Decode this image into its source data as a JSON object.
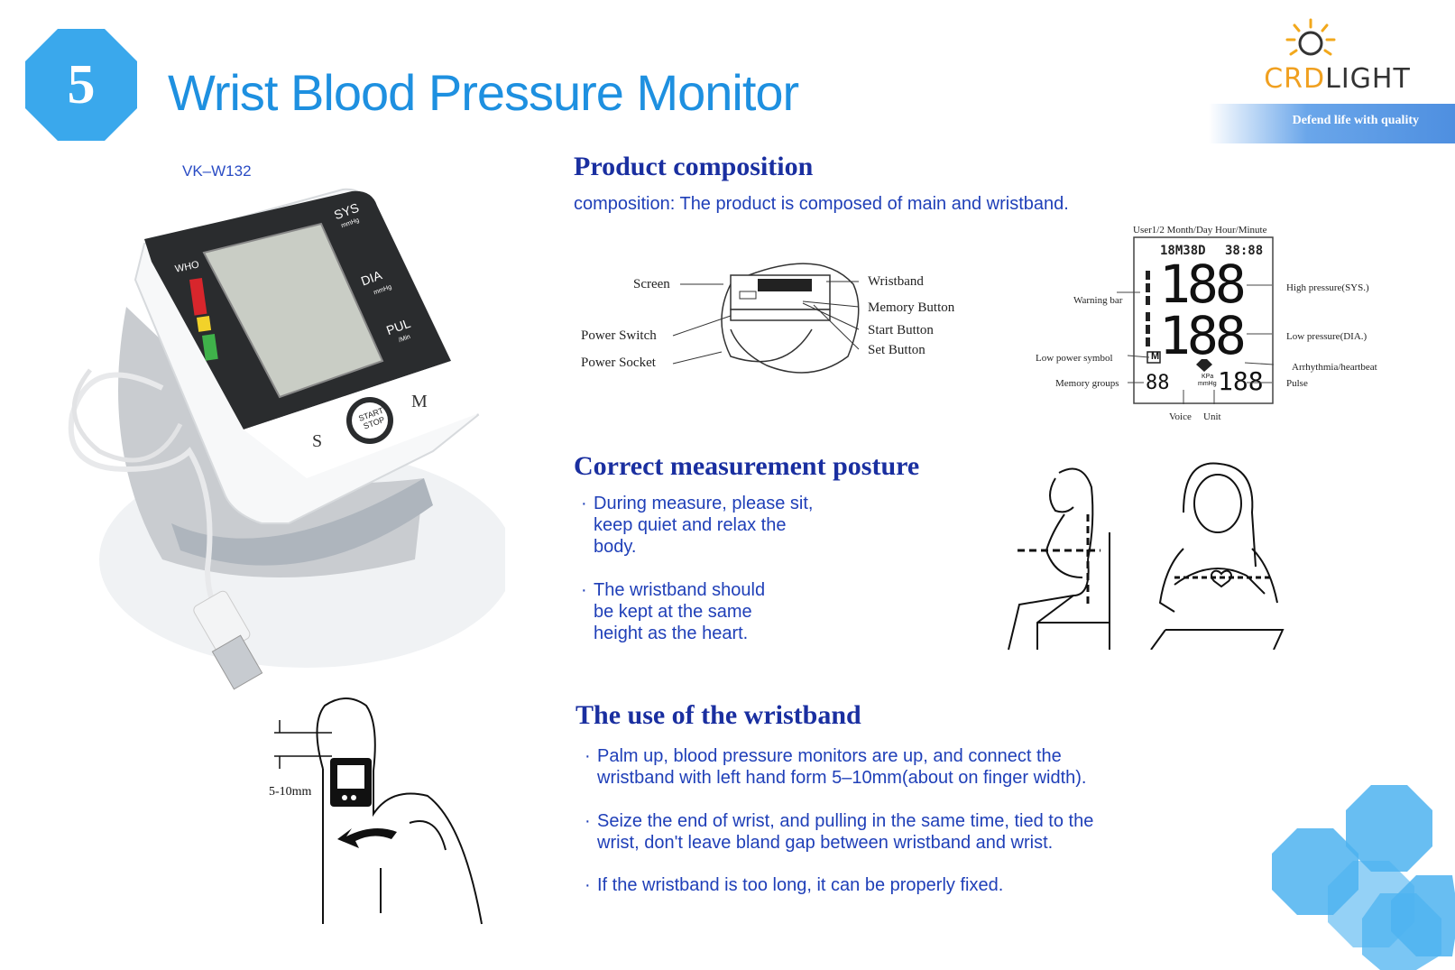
{
  "header": {
    "badge_number": "5",
    "title": "Wrist Blood Pressure Monitor",
    "logo_text_left": "CRD",
    "logo_text_right": "IGHT",
    "tagline": "Defend life with quality",
    "model": "VK–W132"
  },
  "composition": {
    "heading": "Product composition",
    "text": "composition: The product is composed of main and wristband.",
    "labels": {
      "screen": "Screen",
      "power_switch": "Power Switch",
      "power_socket": "Power Socket",
      "wristband": "Wristband",
      "memory_button": "Memory Button",
      "start_button": "Start Button",
      "set_button": "Set Button"
    }
  },
  "device_photo": {
    "who_label": "WHO",
    "sys_label": "SYS",
    "sys_unit": "mmHg",
    "dia_label": "DIA",
    "dia_unit": "mmHg",
    "pul_label": "PUL",
    "pul_unit": "/Min",
    "start_stop": "START STOP",
    "s_button": "S",
    "m_button": "M"
  },
  "lcd": {
    "top_labels": "User1/2  Month/Day  Hour/Minute",
    "top_digits_date": "18M38D",
    "top_digits_time": "38:88",
    "big_digits": "188",
    "small_digits_left": "88",
    "small_digits_right": "188",
    "memory_symbol": "M",
    "unit_symbol_top": "KPa",
    "unit_symbol_bottom": "mmHg",
    "warning_bar": "Warning bar",
    "low_power": "Low power symbol",
    "memory_groups": "Memory groups",
    "high_pressure": "High pressure(SYS.)",
    "low_pressure": "Low pressure(DIA.)",
    "arrhythmia": "Arrhythmia/heartbeat",
    "pulse": "Pulse",
    "voice": "Voice",
    "unit": "Unit"
  },
  "posture": {
    "heading": "Correct measurement posture",
    "bullets": [
      [
        "During measure, please sit,",
        "keep quiet and relax the",
        "body."
      ],
      [
        "The wristband should",
        "be kept at the same",
        "height as the heart."
      ]
    ]
  },
  "wristband_use": {
    "heading": "The use of the wristband",
    "bullets": [
      [
        "Palm up, blood pressure monitors are up, and connect the",
        "wristband with left hand form 5–10mm(about on finger width)."
      ],
      [
        "Seize the end of wrist, and pulling in the same time, tied to the",
        "wrist, don't leave bland gap between wristband and wrist."
      ],
      [
        "If the wristband is too long, it can be properly fixed."
      ]
    ],
    "diagram_label": "5-10mm"
  },
  "colors": {
    "accent_blue": "#1e90e0",
    "heading_blue": "#1a2fa0",
    "hex_blue": "#4db3f0"
  }
}
